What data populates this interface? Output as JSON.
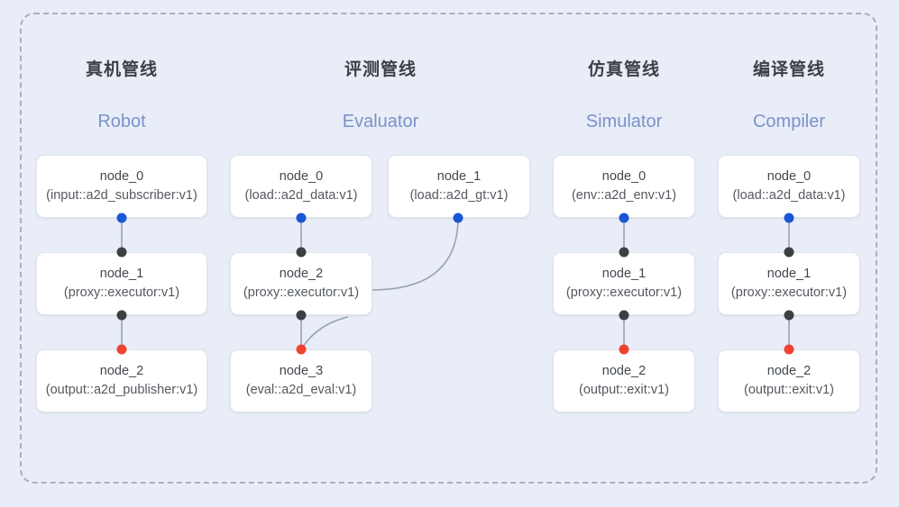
{
  "panel": {
    "name": "pipeline-diagram-panel"
  },
  "columns": [
    {
      "id": "robot",
      "title_cn": "真机管线",
      "title_en": "Robot",
      "nodes": [
        {
          "name": "node_0",
          "kind": "(input::a2d_subscriber:v1)"
        },
        {
          "name": "node_1",
          "kind": "(proxy::executor:v1)"
        },
        {
          "name": "node_2",
          "kind": "(output::a2d_publisher:v1)"
        }
      ]
    },
    {
      "id": "evaluator",
      "title_cn": "评测管线",
      "title_en": "Evaluator",
      "nodes": [
        {
          "name": "node_0",
          "kind": "(load::a2d_data:v1)"
        },
        {
          "name": "node_2",
          "kind": "(proxy::executor:v1)"
        },
        {
          "name": "node_3",
          "kind": "(eval::a2d_eval:v1)"
        },
        {
          "name": "node_1",
          "kind": "(load::a2d_gt:v1)"
        }
      ]
    },
    {
      "id": "simulator",
      "title_cn": "仿真管线",
      "title_en": "Simulator",
      "nodes": [
        {
          "name": "node_0",
          "kind": "(env::a2d_env:v1)"
        },
        {
          "name": "node_1",
          "kind": "(proxy::executor:v1)"
        },
        {
          "name": "node_2",
          "kind": "(output::exit:v1)"
        }
      ]
    },
    {
      "id": "compiler",
      "title_cn": "编译管线",
      "title_en": "Compiler",
      "nodes": [
        {
          "name": "node_0",
          "kind": "(load::a2d_data:v1)"
        },
        {
          "name": "node_1",
          "kind": "(proxy::executor:v1)"
        },
        {
          "name": "node_2",
          "kind": "(output::exit:v1)"
        }
      ]
    }
  ],
  "colors": {
    "background": "#e8edf8",
    "panel_border": "#a9b0bd",
    "node_bg": "#ffffff",
    "node_border": "#e2e5ec",
    "port_output": "#1a56d6",
    "port_link": "#3c4043",
    "port_terminal": "#ef4331",
    "title_cn": "#3c4043",
    "title_en": "#7b92c9",
    "edge": "#9aa3b2"
  }
}
